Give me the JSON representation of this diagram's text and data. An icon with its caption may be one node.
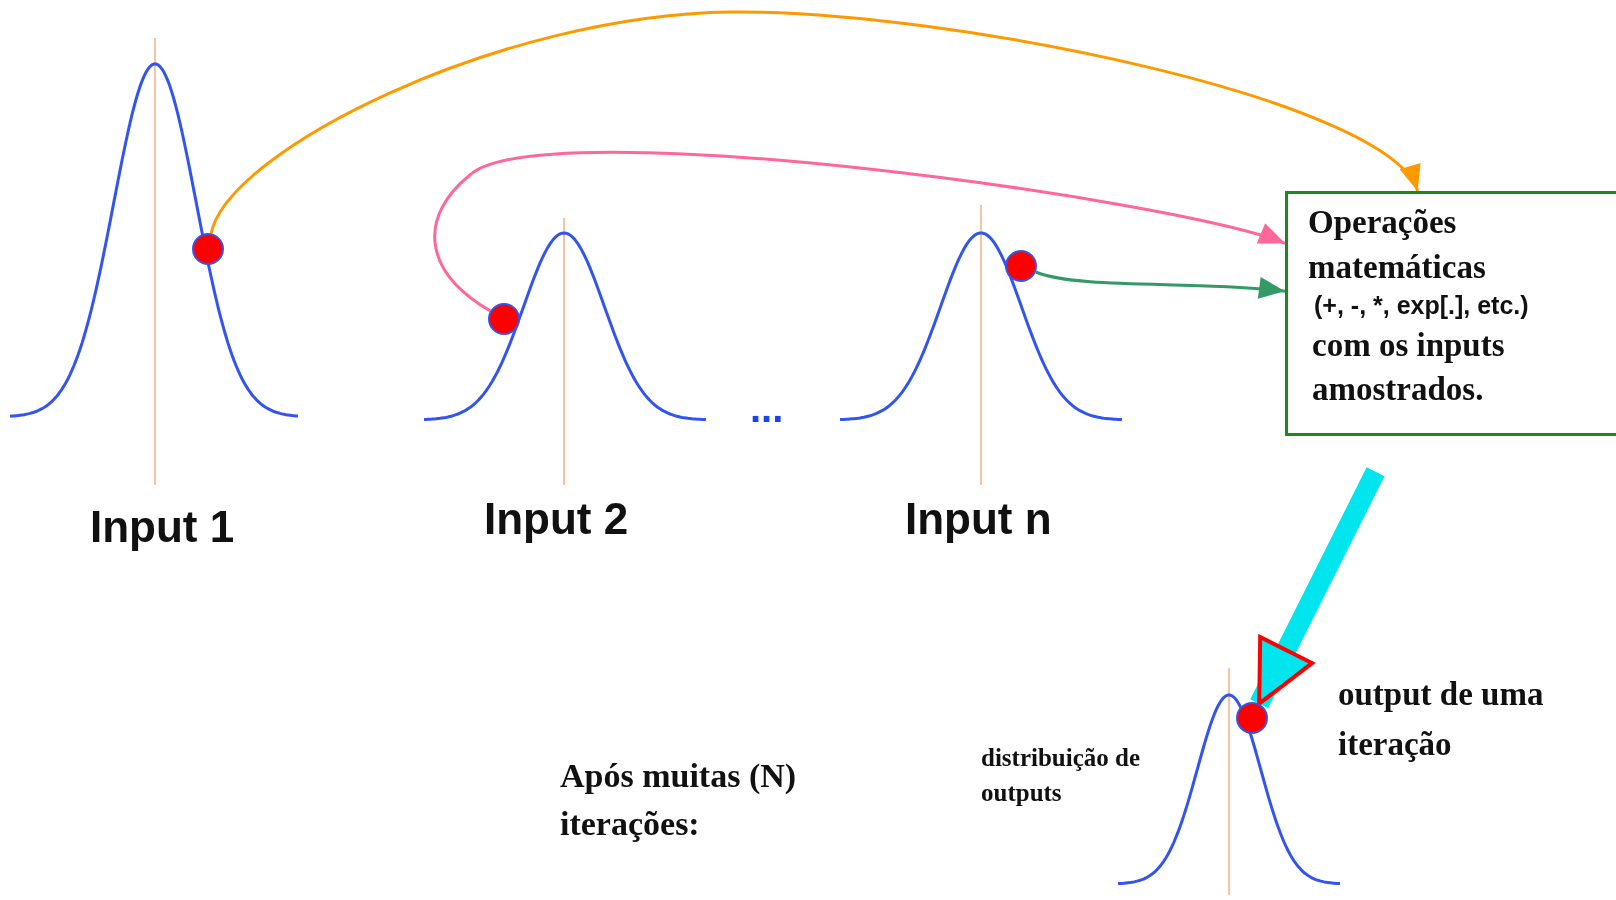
{
  "diagram": {
    "nodes": [
      {
        "text": [],
        "shape": "circle"
      },
      {
        "text": [],
        "shape": "circle"
      },
      {
        "text": [],
        "shape": "circle"
      },
      {
        "text": [
          "Operações matemáticas",
          "(+, -, *, exp[.], etc.)",
          "com os inputs amostrados."
        ]
      },
      {
        "text": [],
        "shape": "circle",
        "beside": [
          "output de uma iteração"
        ]
      }
    ],
    "edges": [
      {
        "from": 0,
        "to": 3,
        "arrow": "to",
        "color": "#ff9900"
      },
      {
        "from": 1,
        "to": 3,
        "arrow": "to",
        "color": "#ff6699"
      },
      {
        "from": 2,
        "to": 3,
        "arrow": "to",
        "color": "#339966"
      },
      {
        "from": 3,
        "to": 4,
        "arrow": "to",
        "style": "thick",
        "color": "#00e5ee"
      }
    ],
    "labels": [
      "Input 1",
      "Input 2",
      "...",
      "Input n",
      "Após muitas (N) iterações:",
      "distribuição de outputs"
    ]
  }
}
